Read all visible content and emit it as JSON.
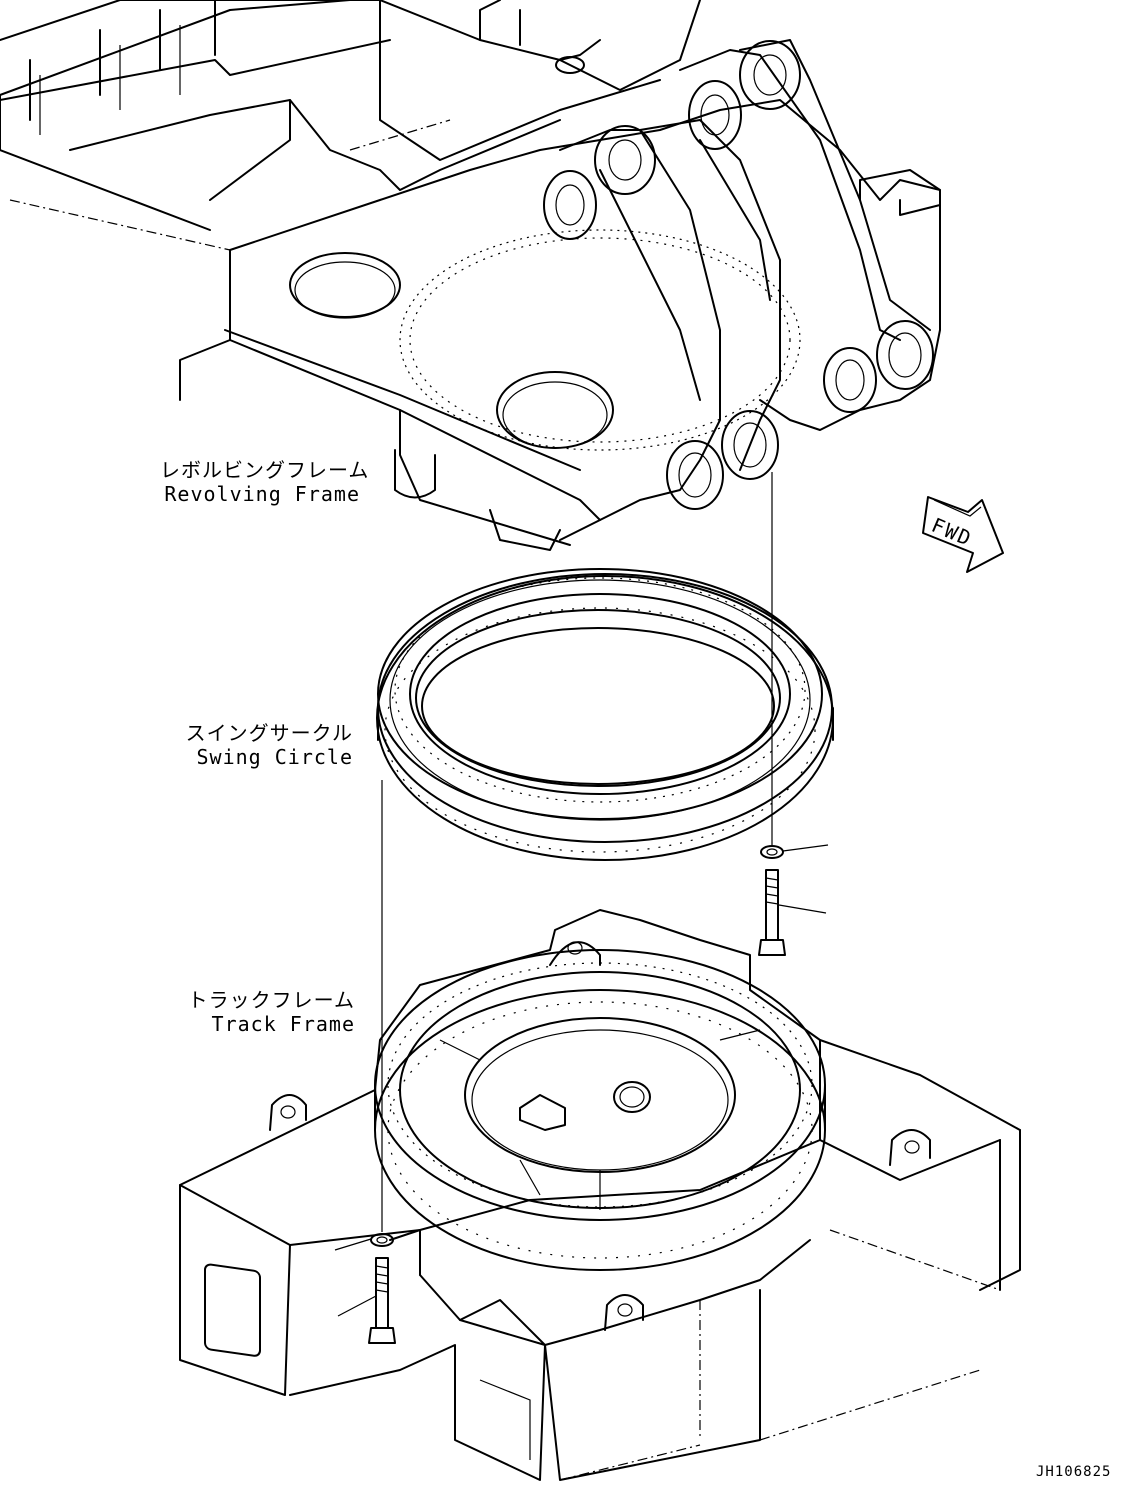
{
  "labels": {
    "revolving_frame_jp": "レボルビングフレーム",
    "revolving_frame_en": "Revolving Frame",
    "swing_circle_jp": "スイングサークル",
    "swing_circle_en": "Swing Circle",
    "track_frame_jp": "トラックフレーム",
    "track_frame_en": "Track Frame",
    "fwd_arrow": "FWD",
    "drawing_code": "JH106825"
  }
}
